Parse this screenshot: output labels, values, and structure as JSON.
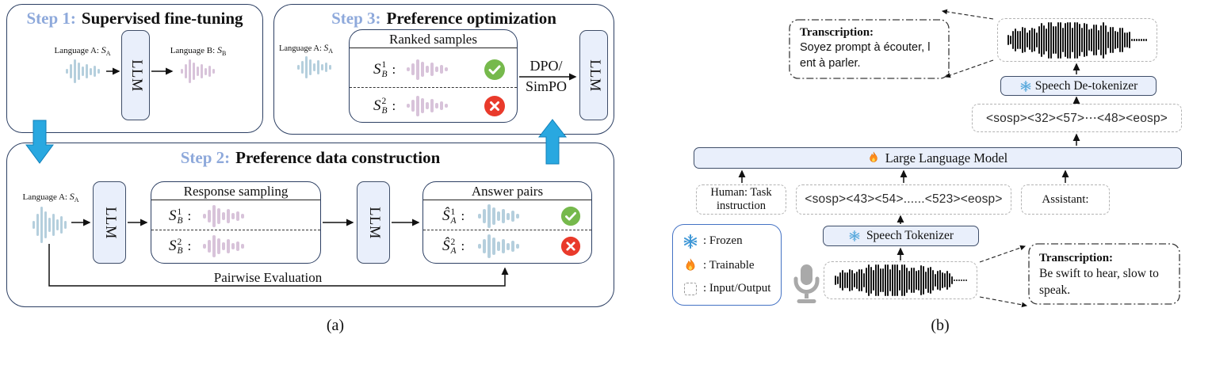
{
  "colors": {
    "accent_arrow": "#29a8e0",
    "step_label": "#8ea9db",
    "box_fill": "#e9effb",
    "wave_blue": "#b5cfdd",
    "wave_pink": "#d8c3da",
    "accept_green": "#76b94c",
    "reject_red": "#e93a2b"
  },
  "panel_a": {
    "caption": "(a)",
    "step1": {
      "step_label": "Step 1:",
      "title": "Supervised fine-tuning",
      "llm_label": "LLM",
      "input": {
        "label": "Language A: ",
        "var": "S",
        "sub": "A"
      },
      "output": {
        "label": "Language B: ",
        "var": "S",
        "sub": "B"
      }
    },
    "step3": {
      "step_label": "Step 3:",
      "title": "Preference optimization",
      "llm_label": "LLM",
      "input": {
        "label": "Language A: ",
        "var": "S",
        "sub": "A"
      },
      "ranked": {
        "title": "Ranked samples",
        "rows": [
          {
            "var": "S",
            "sup": "1",
            "sub": "B",
            "sep": ":"
          },
          {
            "var": "S",
            "sup": "2",
            "sub": "B",
            "sep": ":"
          }
        ]
      },
      "method_line1": "DPO/",
      "method_line2": "SimPO"
    },
    "step2": {
      "step_label": "Step 2:",
      "title": "Preference data construction",
      "llm1_label": "LLM",
      "llm2_label": "LLM",
      "input": {
        "label": "Language A: ",
        "var": "S",
        "sub": "A"
      },
      "response": {
        "title": "Response sampling",
        "rows": [
          {
            "var": "S",
            "sup": "1",
            "sub": "B",
            "sep": ":"
          },
          {
            "var": "S",
            "sup": "2",
            "sub": "B",
            "sep": ":"
          }
        ]
      },
      "answers": {
        "title": "Answer pairs",
        "rows": [
          {
            "var": "Ŝ",
            "sup": "1",
            "sub": "A",
            "sep": ":"
          },
          {
            "var": "Ŝ",
            "sup": "2",
            "sub": "A",
            "sep": ":"
          }
        ]
      },
      "pairwise_label": "Pairwise Evaluation"
    }
  },
  "panel_b": {
    "caption": "(b)",
    "transcription_out": {
      "title": "Transcription:",
      "line1": "Soyez prompt à écouter, l",
      "line2": "ent à parler."
    },
    "transcription_in": {
      "title": "Transcription:",
      "line1": "Be swift to hear, slow to",
      "line2": "speak."
    },
    "detokenizer_label": "Speech De-tokenizer",
    "tokenizer_label": "Speech Tokenizer",
    "llm_label": "Large Language Model",
    "output_tokens": "<sosp><32><57>⋯<48><eosp>",
    "input_tokens": "<sosp><43><54>......<523><eosp>",
    "human_line1": "Human: Task",
    "human_line2": "instruction",
    "assistant_label": "Assistant:",
    "legend": {
      "frozen": ": Frozen",
      "trainable": ": Trainable",
      "io": ": Input/Output"
    }
  }
}
